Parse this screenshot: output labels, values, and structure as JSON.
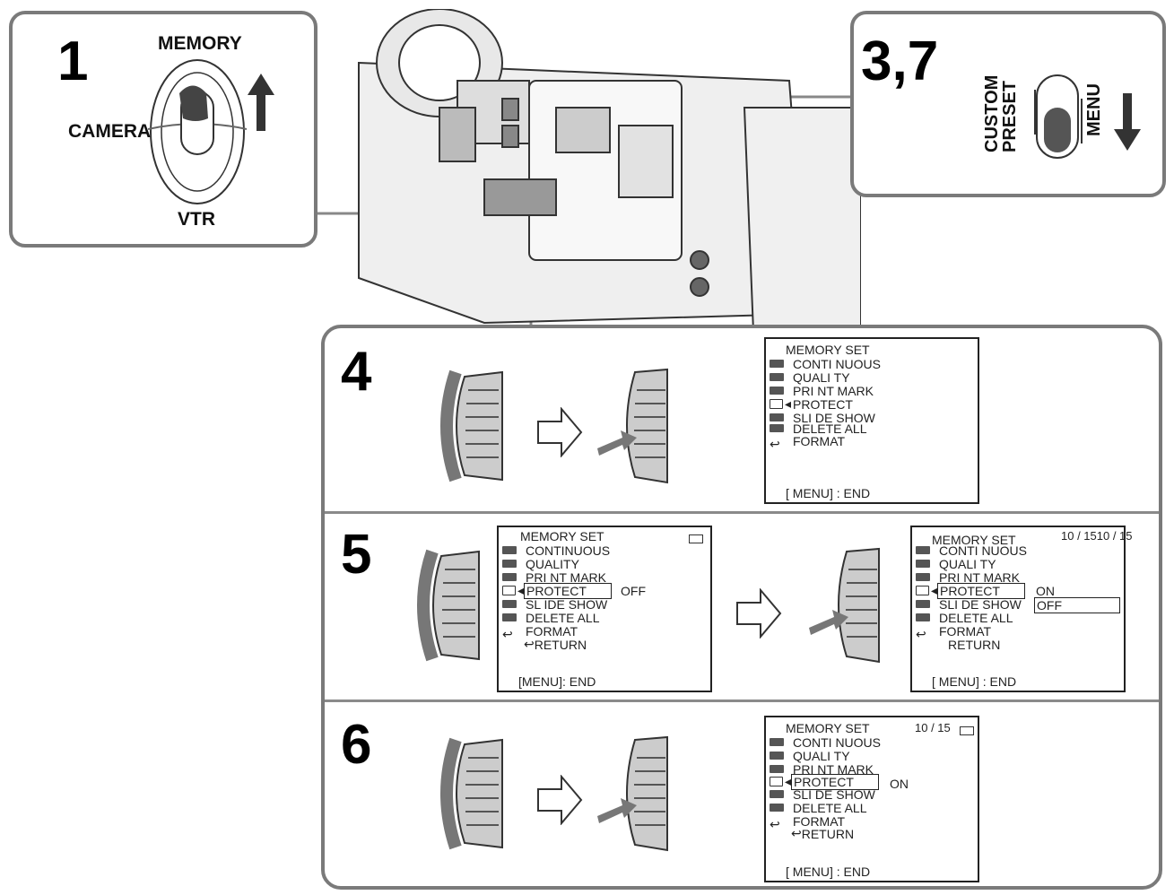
{
  "callout1": {
    "step": "1",
    "memory": "MEMORY",
    "camera": "CAMERA",
    "vtr": "VTR"
  },
  "callout37": {
    "step": "3,7",
    "custom_preset_line1": "CUSTOM",
    "custom_preset_line2": "PRESET",
    "menu": "MENU"
  },
  "steps": {
    "s4": "4",
    "s5": "5",
    "s6": "6"
  },
  "screen4": {
    "title": "MEMORY SET",
    "items": [
      "CONTI NUOUS",
      "QUALI TY",
      "PRI NT MARK",
      "PROTECT",
      "SLI DE SHOW",
      "DELETE ALL",
      "FORMAT"
    ],
    "end": "[ MENU] : END"
  },
  "screen5a": {
    "title": "MEMORY SET",
    "items": [
      "CONTINUOUS",
      "QUALITY",
      "PRI NT MARK",
      "PROTECT",
      "SL IDE SHOW",
      "DELETE ALL",
      "FORMAT",
      "RETURN"
    ],
    "value": "OFF",
    "end": "[MENU]: END"
  },
  "screen5b": {
    "title": "MEMORY SET",
    "counter": "10 / 1510 / 15",
    "items": [
      "CONTI NUOUS",
      "QUALI TY",
      "PRI NT MARK",
      "PROTECT",
      "SLI DE SHOW",
      "DELETE ALL",
      "FORMAT",
      "RETURN"
    ],
    "opt_on": "ON",
    "opt_off": "OFF",
    "end": "[ MENU] : END"
  },
  "screen6": {
    "title": "MEMORY SET",
    "counter": "10 / 15",
    "items": [
      "CONTI NUOUS",
      "QUALI TY",
      "PRI NT MARK",
      "PROTECT",
      "SLI DE SHOW",
      "DELETE ALL",
      "FORMAT",
      "RETURN"
    ],
    "value": "ON",
    "end": "[ MENU] : END"
  }
}
